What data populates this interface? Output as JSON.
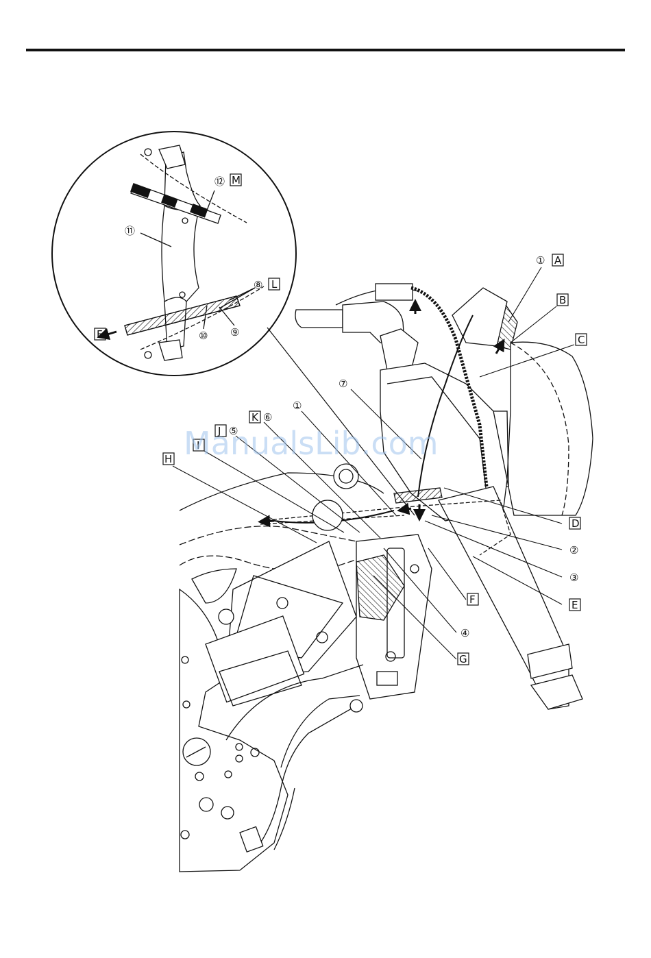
{
  "watermark": "ManualsLib.com",
  "detail_callouts": {
    "n12": "⑫",
    "M": "M",
    "n11": "⑪",
    "n8": "⑧",
    "L": "L",
    "F": "F",
    "n10": "⑩",
    "n9": "⑨"
  },
  "main_callouts": {
    "n1_top": "①",
    "A": "A",
    "B": "B",
    "C": "C",
    "n7": "⑦",
    "n1": "①",
    "K": "K",
    "n6": "⑥",
    "J": "J",
    "n5": "⑤",
    "I": "I",
    "H": "H",
    "D": "D",
    "n2": "②",
    "n3": "③",
    "E": "E",
    "F": "F",
    "n4": "④",
    "G": "G"
  },
  "colors": {
    "line": "#111111",
    "watermark": "#9ec3ec",
    "background": "#ffffff"
  }
}
